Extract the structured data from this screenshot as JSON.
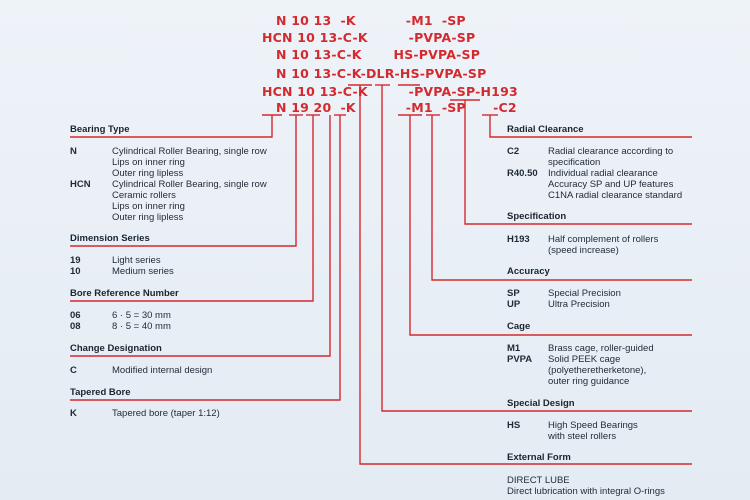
{
  "code_lines": [
    "N 10 13  -K           -M1  -SP",
    "HCN 10 13-C-K         -PVPA-SP",
    "N 10 13-C-K       HS-PVPA-SP",
    "N 10 13-C-K-DLR-HS-PVPA-SP",
    "HCN 10 13-C-K         -PVPA-SP-H193",
    "N 19 20  -K           -M1  -SP      -C2"
  ],
  "left_sections": {
    "bearing_type": {
      "title": "Bearing Type",
      "rows": [
        {
          "key": "N",
          "lines": [
            "Cylindrical Roller Bearing, single row",
            "Lips on inner ring",
            "Outer ring lipless"
          ]
        },
        {
          "key": "HCN",
          "lines": [
            "Cylindrical Roller Bearing, single row",
            "Ceramic rollers",
            "Lips on inner ring",
            "Outer ring lipless"
          ]
        }
      ]
    },
    "dimension_series": {
      "title": "Dimension Series",
      "rows": [
        {
          "key": "19",
          "lines": [
            "Light series"
          ]
        },
        {
          "key": "10",
          "lines": [
            "Medium series"
          ]
        }
      ]
    },
    "bore_reference": {
      "title": "Bore Reference Number",
      "rows": [
        {
          "key": "06",
          "lines": [
            "6 · 5 = 30 mm"
          ]
        },
        {
          "key": "08",
          "lines": [
            "8 · 5 = 40 mm"
          ]
        }
      ]
    },
    "change_designation": {
      "title": "Change Designation",
      "rows": [
        {
          "key": "C",
          "lines": [
            "Modified internal design"
          ]
        }
      ]
    },
    "tapered_bore": {
      "title": "Tapered Bore",
      "rows": [
        {
          "key": "K",
          "lines": [
            "Tapered bore (taper 1:12)"
          ]
        }
      ]
    }
  },
  "right_sections": {
    "radial_clearance": {
      "title": "Radial Clearance",
      "rows": [
        {
          "key": "C2",
          "lines": [
            "Radial clearance according to",
            "specification"
          ]
        },
        {
          "key": "R40.50",
          "lines": [
            "Individual radial clearance",
            "Accuracy SP and UP features",
            "C1NA radial clearance standard"
          ]
        }
      ]
    },
    "specification": {
      "title": "Specification",
      "rows": [
        {
          "key": "H193",
          "lines": [
            "Half complement of rollers",
            "(speed increase)"
          ]
        }
      ]
    },
    "accuracy": {
      "title": "Accuracy",
      "rows": [
        {
          "key": "SP",
          "lines": [
            "Special Precision"
          ]
        },
        {
          "key": "UP",
          "lines": [
            "Ultra Precision"
          ]
        }
      ]
    },
    "cage": {
      "title": "Cage",
      "rows": [
        {
          "key": "M1",
          "lines": [
            "Brass cage, roller-guided"
          ]
        },
        {
          "key": "PVPA",
          "lines": [
            "Solid PEEK cage",
            "(polyetheretherketone),",
            "outer ring guidance"
          ]
        }
      ]
    },
    "special_design": {
      "title": "Special Design",
      "rows": [
        {
          "key": "HS",
          "lines": [
            "High Speed Bearings",
            "with steel rollers"
          ]
        }
      ]
    },
    "external_form": {
      "title": "External Form",
      "rows": [
        {
          "key": "",
          "lines": [
            "DIRECT LUBE",
            "Direct lubrication with integral O-rings"
          ]
        }
      ]
    }
  },
  "colors": {
    "accent": "#d42a2f",
    "text": "#1f2a36",
    "background": "#e9eff5"
  }
}
